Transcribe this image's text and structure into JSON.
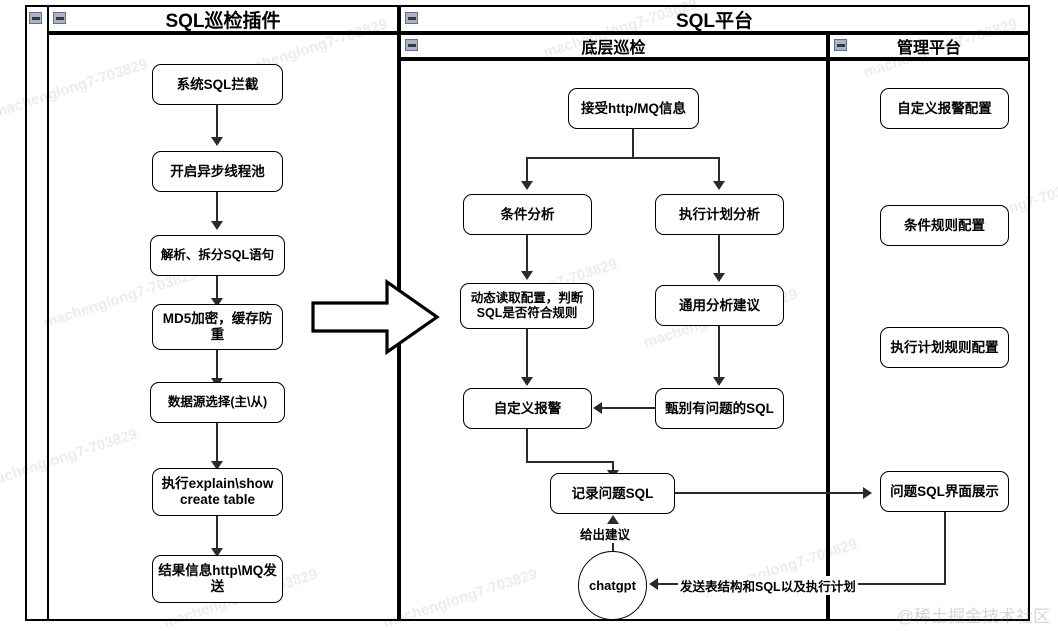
{
  "diagram": {
    "title_left": "SQL巡检插件",
    "title_right": "SQL平台",
    "sub_middle": "底层巡检",
    "sub_right": "管理平台",
    "watermark_text": "machenglong7-703829",
    "brand_watermark": "@稀土掘金技术社区",
    "collapse_icon": "minus-square-icon"
  },
  "left_lane": {
    "nodes": [
      {
        "id": "n1",
        "label": "系统SQL拦截"
      },
      {
        "id": "n2",
        "label": "开启异步线程池"
      },
      {
        "id": "n3",
        "label": "解析、拆分SQL语句"
      },
      {
        "id": "n4",
        "label": "MD5加密，缓存防重"
      },
      {
        "id": "n5",
        "label": "数据源选择(主\\从)"
      },
      {
        "id": "n6",
        "label": "执行explain\\show create table"
      },
      {
        "id": "n7",
        "label": "结果信息http\\MQ发送"
      }
    ]
  },
  "middle_lane": {
    "nodes": [
      {
        "id": "m1",
        "label": "接受http/MQ信息"
      },
      {
        "id": "m2",
        "label": "条件分析"
      },
      {
        "id": "m3",
        "label": "执行计划分析"
      },
      {
        "id": "m4",
        "label": "动态读取配置，判断SQL是否符合规则"
      },
      {
        "id": "m5",
        "label": "通用分析建议"
      },
      {
        "id": "m6",
        "label": "自定义报警"
      },
      {
        "id": "m7",
        "label": "甄别有问题的SQL"
      },
      {
        "id": "m8",
        "label": "记录问题SQL"
      },
      {
        "id": "m9",
        "label": "chatgpt"
      }
    ],
    "edge_labels": {
      "advice": "给出建议",
      "send": "发送表结构和SQL以及执行计划"
    }
  },
  "right_lane": {
    "nodes": [
      {
        "id": "r1",
        "label": "自定义报警配置"
      },
      {
        "id": "r2",
        "label": "条件规则配置"
      },
      {
        "id": "r3",
        "label": "执行计划规则配置"
      },
      {
        "id": "r4",
        "label": "问题SQL界面展示"
      }
    ]
  },
  "colors": {
    "stroke": "#000000",
    "line": "#2b2b2b",
    "icon_fill": "#aab4c8",
    "background": "#ffffff"
  }
}
